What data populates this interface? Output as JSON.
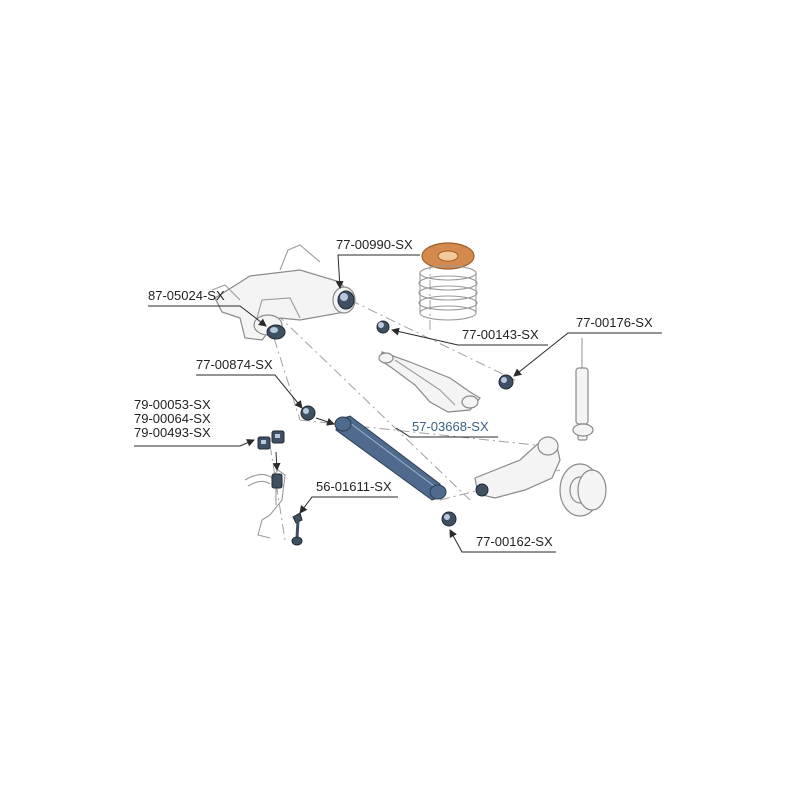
{
  "labels": {
    "top_mount": "77-00990-SX",
    "subframe_bush": "87-05024-SX",
    "upper_arm_bush": "77-00143-SX",
    "shock_bush": "77-00176-SX",
    "link_bush": "77-00874-SX",
    "sway_bush_1": "79-00053-SX",
    "sway_bush_2": "79-00064-SX",
    "sway_bush_3": "79-00493-SX",
    "trailing_arm": "57-03668-SX",
    "drop_link": "56-01611-SX",
    "knuckle_bush": "77-00162-SX"
  },
  "colors": {
    "highlight_label": "#3b5f86",
    "bushing": "#3f5063",
    "highlighted_part": "#4f6a8c",
    "spring_seat": "#d28a4e",
    "line": "#2a2a2a"
  }
}
